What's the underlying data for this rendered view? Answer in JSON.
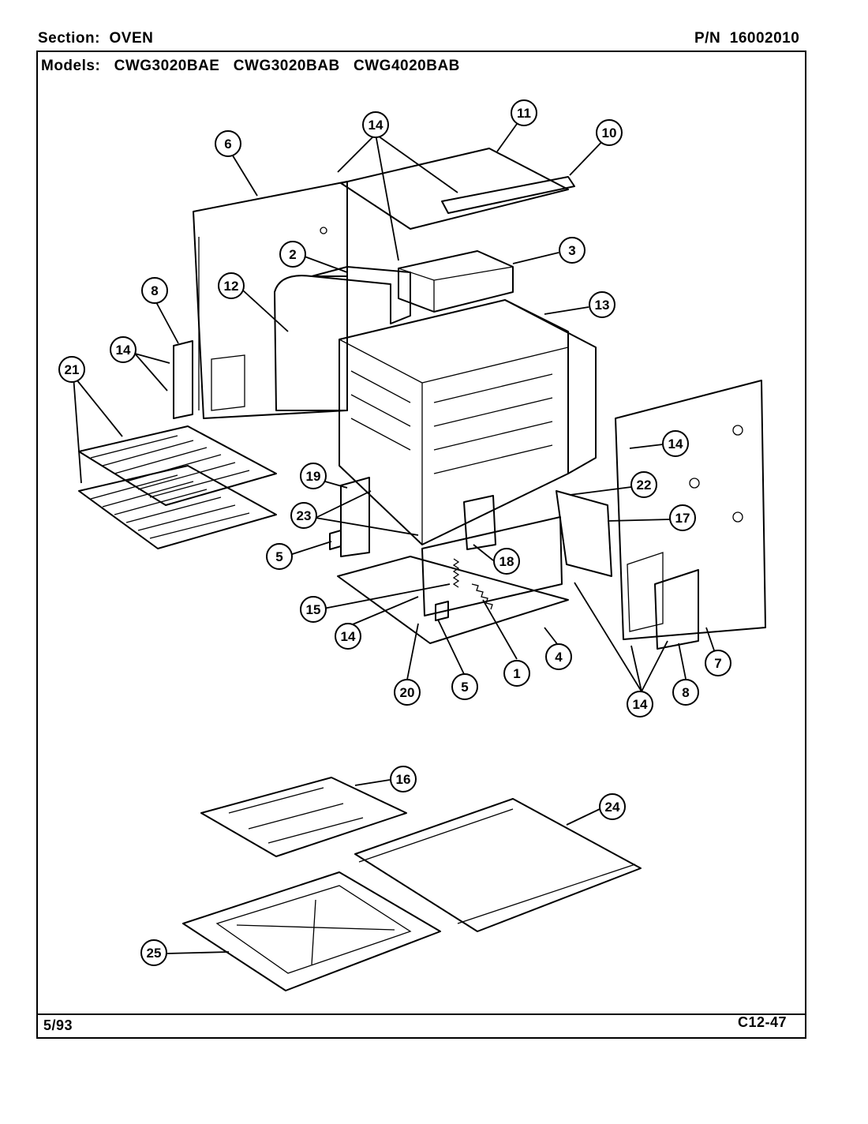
{
  "header": {
    "section_label": "Section:",
    "section_value": "OVEN",
    "pn_label": "P/N",
    "pn_value": "16002010",
    "models_label": "Models:",
    "models": [
      "CWG3020BAE",
      "CWG3020BAB",
      "CWG4020BAB"
    ]
  },
  "footer": {
    "date": "5/93",
    "page_code": "C12-47"
  },
  "callouts": {
    "c1": "1",
    "c2": "2",
    "c3": "3",
    "c4": "4",
    "c5": "5",
    "c6": "6",
    "c7": "7",
    "c8": "8",
    "c10": "10",
    "c11": "11",
    "c12": "12",
    "c13": "13",
    "c14": "14",
    "c15": "15",
    "c16": "16",
    "c17": "17",
    "c18": "18",
    "c19": "19",
    "c20": "20",
    "c21": "21",
    "c22": "22",
    "c23": "23",
    "c24": "24",
    "c25": "25"
  }
}
